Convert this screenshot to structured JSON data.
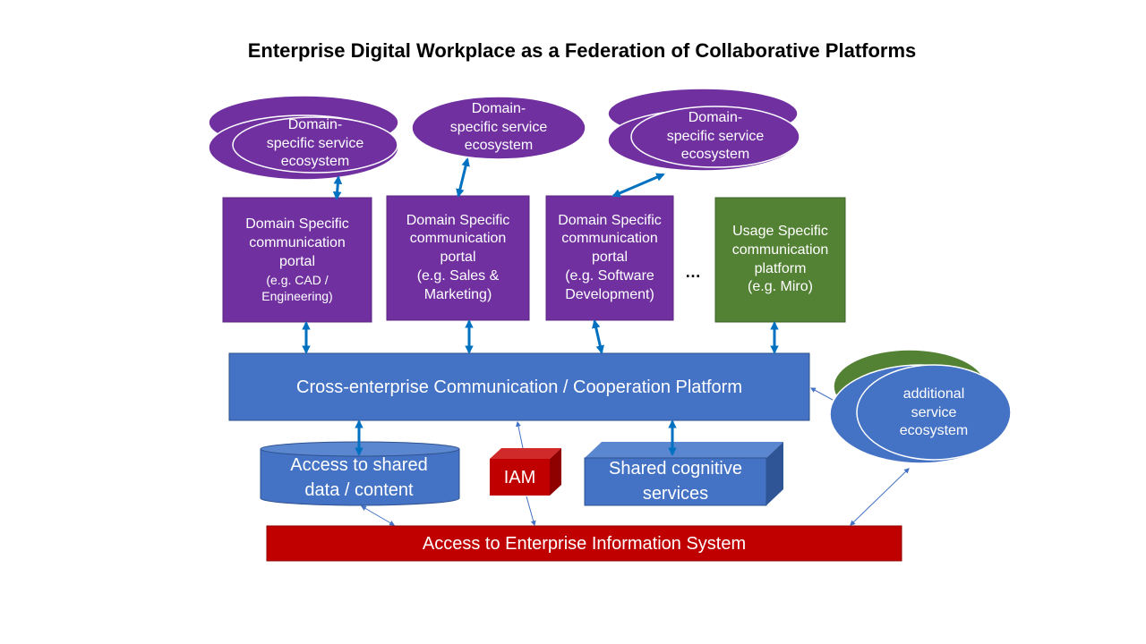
{
  "title": "Enterprise Digital Workplace as a Federation of Collaborative Platforms",
  "colors": {
    "purple": "#7030a0",
    "blue": "#4472c4",
    "green": "#548235",
    "red": "#c00000",
    "arrow": "#0070c0"
  },
  "ecosystems": [
    {
      "line1": "Domain-",
      "line2": "specific service",
      "line3": "ecosystem"
    },
    {
      "line1": "Domain-",
      "line2": "specific service",
      "line3": "ecosystem"
    },
    {
      "line1": "Domain-",
      "line2": "specific service",
      "line3": "ecosystem"
    }
  ],
  "portals": [
    {
      "line1": "Domain Specific",
      "line2": "communication",
      "line3": "portal",
      "line4": "(e.g. CAD /",
      "line5": "Engineering)"
    },
    {
      "line1": "Domain Specific",
      "line2": "communication",
      "line3": "portal",
      "line4": "(e.g. Sales &",
      "line5": "Marketing)"
    },
    {
      "line1": "Domain Specific",
      "line2": "communication",
      "line3": "portal",
      "line4": "(e.g. Software",
      "line5": "Development)"
    }
  ],
  "ellipsis": "…",
  "usage_platform": {
    "line1": "Usage Specific",
    "line2": "communication",
    "line3": "platform",
    "line4": "(e.g. Miro)"
  },
  "platform": "Cross-enterprise Communication / Cooperation Platform",
  "additional": {
    "line1": "additional",
    "line2": "service",
    "line3": "ecosystem"
  },
  "shared_data": {
    "line1": "Access to shared",
    "line2": "data / content"
  },
  "iam": "IAM",
  "cognitive": {
    "line1": "Shared cognitive",
    "line2": "services"
  },
  "eis": "Access to Enterprise Information System"
}
